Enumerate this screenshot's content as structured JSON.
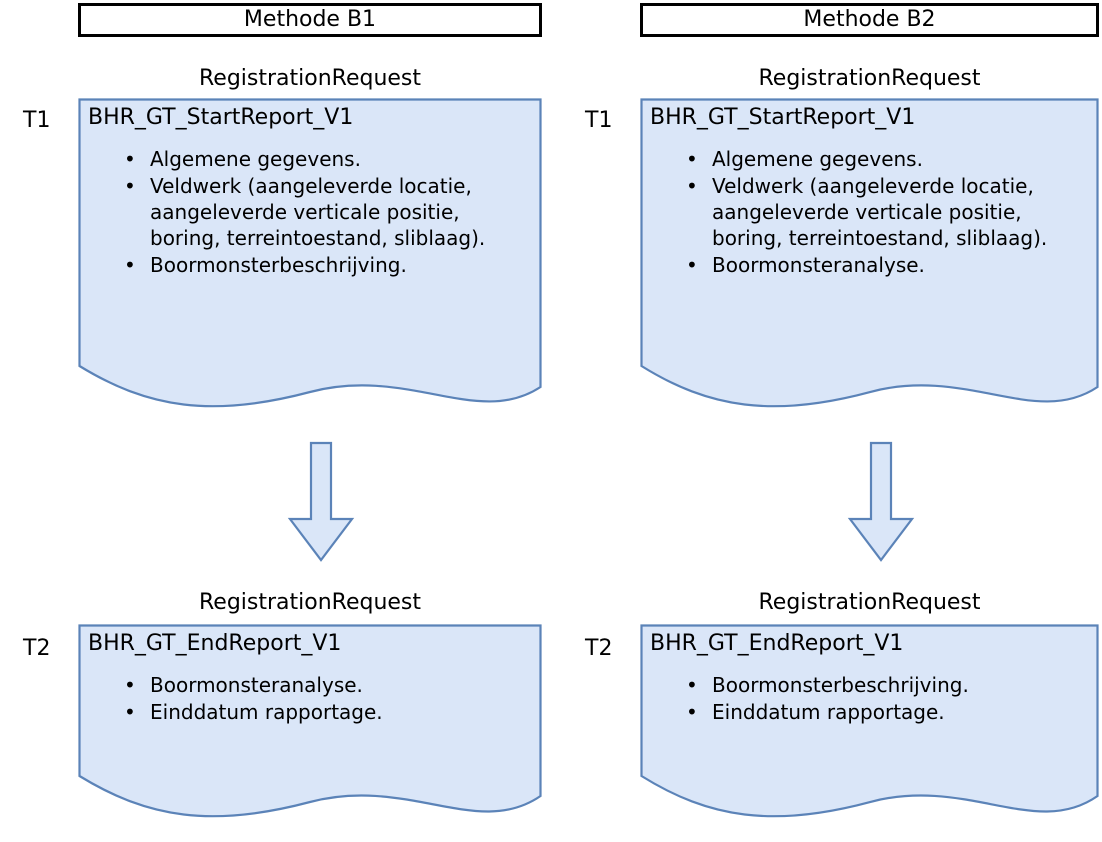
{
  "diagram": {
    "title_visible": false,
    "colors": {
      "doc_fill": "#DAE6F8",
      "doc_border": "#5B83B8",
      "arrow_fill": "#DAE6F8",
      "arrow_border": "#5B83B8",
      "header_border": "#000000",
      "header_fill": "#FFFFFF",
      "text": "#000000"
    },
    "columns": [
      {
        "id": "b1",
        "header": "Methode B1",
        "steps": [
          {
            "time_label": "T1",
            "caption": "RegistrationRequest",
            "doc_title": "BHR_GT_StartReport_V1",
            "bullets": [
              "Algemene gegevens.",
              "Veldwerk (aangeleverde locatie, aangeleverde verticale positie, boring, terreintoestand, sliblaag).",
              "Boormonsterbeschrijving."
            ]
          },
          {
            "time_label": "T2",
            "caption": "RegistrationRequest",
            "doc_title": "BHR_GT_EndReport_V1",
            "bullets": [
              "Boormonsteranalyse.",
              "Einddatum rapportage."
            ]
          }
        ],
        "arrow": {
          "direction": "down",
          "name": "flow-arrow-b1"
        }
      },
      {
        "id": "b2",
        "header": "Methode B2",
        "steps": [
          {
            "time_label": "T1",
            "caption": "RegistrationRequest",
            "doc_title": "BHR_GT_StartReport_V1",
            "bullets": [
              "Algemene gegevens.",
              "Veldwerk (aangeleverde locatie, aangeleverde verticale positie, boring, terreintoestand, sliblaag).",
              "Boormonsteranalyse."
            ]
          },
          {
            "time_label": "T2",
            "caption": "RegistrationRequest",
            "doc_title": "BHR_GT_EndReport_V1",
            "bullets": [
              "Boormonsterbeschrijving.",
              "Einddatum rapportage."
            ]
          }
        ],
        "arrow": {
          "direction": "down",
          "name": "flow-arrow-b2"
        }
      }
    ]
  }
}
